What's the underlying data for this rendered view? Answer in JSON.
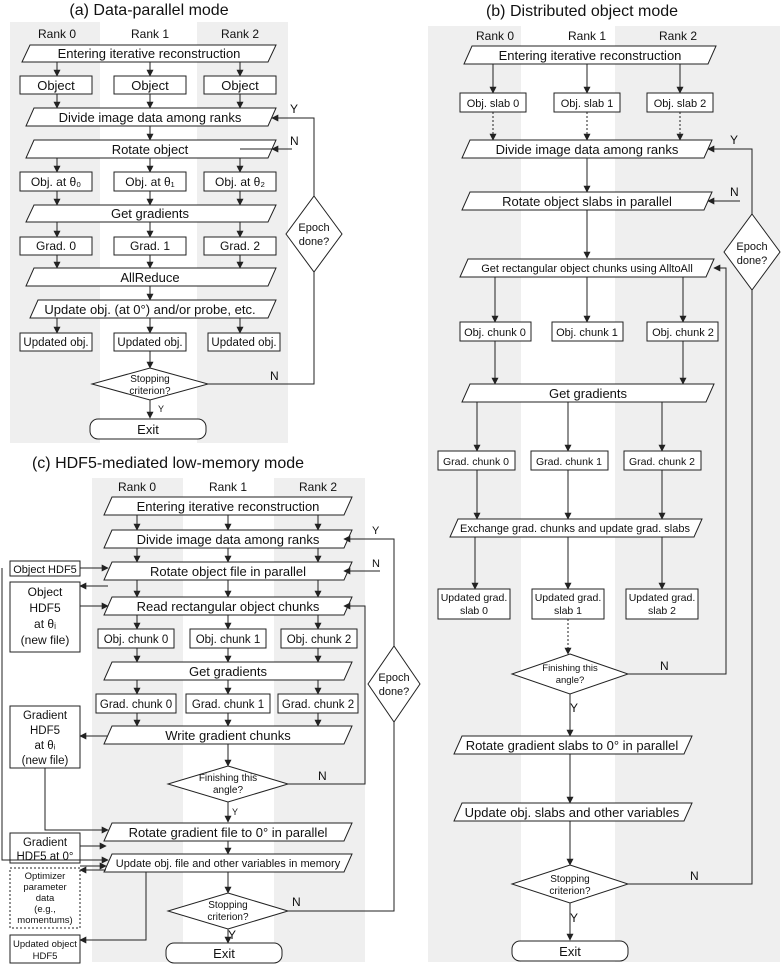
{
  "a": {
    "title": "(a) Data-parallel mode",
    "ranks": [
      "Rank 0",
      "Rank 1",
      "Rank 2"
    ],
    "enter": "Entering iterative reconstruction",
    "object": "Object",
    "divide": "Divide image data among ranks",
    "rotate": "Rotate object",
    "obj_at": [
      "Obj. at θ₀",
      "Obj. at θ₁",
      "Obj. at θ₂"
    ],
    "get_grad": "Get gradients",
    "grads": [
      "Grad. 0",
      "Grad. 1",
      "Grad. 2"
    ],
    "allreduce": "AllReduce",
    "update": "Update obj. (at 0°) and/or probe, etc.",
    "updated": "Updated obj.",
    "stopping": [
      "Stopping",
      "criterion?"
    ],
    "epoch": [
      "Epoch",
      "done?"
    ],
    "exit": "Exit",
    "y": "Y",
    "n": "N"
  },
  "b": {
    "title": "(b) Distributed object mode",
    "ranks": [
      "Rank 0",
      "Rank 1",
      "Rank 2"
    ],
    "enter": "Entering iterative reconstruction",
    "slabs": [
      "Obj. slab 0",
      "Obj. slab 1",
      "Obj. slab 2"
    ],
    "divide": "Divide image data among ranks",
    "rotate": "Rotate object slabs in parallel",
    "chunks_get": "Get rectangular object chunks using AlltoAll",
    "chunks": [
      "Obj. chunk 0",
      "Obj. chunk 1",
      "Obj. chunk 2"
    ],
    "get_grad": "Get gradients",
    "grad_chunks": [
      "Grad. chunk 0",
      "Grad. chunk 1",
      "Grad. chunk 2"
    ],
    "exchange": "Exchange grad. chunks and update grad. slabs",
    "updated_slabs": [
      [
        "Updated grad.",
        "slab 0"
      ],
      [
        "Updated grad.",
        "slab 1"
      ],
      [
        "Updated grad.",
        "slab 2"
      ]
    ],
    "finishing": [
      "Finishing this",
      "angle?"
    ],
    "rotate_grad": "Rotate gradient slabs to 0° in parallel",
    "update": "Update obj. slabs and other variables",
    "stopping": [
      "Stopping",
      "criterion?"
    ],
    "epoch": [
      "Epoch",
      "done?"
    ],
    "exit": "Exit",
    "y": "Y",
    "n": "N"
  },
  "c": {
    "title": "(c) HDF5-mediated low-memory mode",
    "ranks": [
      "Rank 0",
      "Rank 1",
      "Rank 2"
    ],
    "enter": "Entering iterative reconstruction",
    "divide": "Divide image data among ranks",
    "rotate": "Rotate object file in parallel",
    "read": "Read rectangular object chunks",
    "chunks": [
      "Obj. chunk 0",
      "Obj. chunk 1",
      "Obj. chunk 2"
    ],
    "get_grad": "Get gradients",
    "grad_chunks": [
      "Grad. chunk 0",
      "Grad. chunk 1",
      "Grad. chunk 2"
    ],
    "write": "Write gradient chunks",
    "finishing": [
      "Finishing this",
      "angle?"
    ],
    "rotate_grad": "Rotate gradient file to 0° in parallel",
    "update": "Update obj. file and other variables in memory",
    "stopping": [
      "Stopping",
      "criterion?"
    ],
    "epoch": [
      "Epoch",
      "done?"
    ],
    "exit": "Exit",
    "y": "Y",
    "n": "N",
    "side_object_hdf5": "Object HDF5",
    "side_object_theta": [
      "Object",
      "HDF5",
      "at θᵢ",
      "(new file)"
    ],
    "side_gradient_theta": [
      "Gradient",
      "HDF5",
      "at θᵢ",
      "(new file)"
    ],
    "side_gradient_zero": [
      "Gradient",
      "HDF5 at 0°"
    ],
    "side_optimizer": [
      "Optimizer",
      "parameter",
      "data",
      "(e.g.,",
      "momentums)"
    ],
    "side_updated": [
      "Updated object",
      "HDF5"
    ]
  }
}
